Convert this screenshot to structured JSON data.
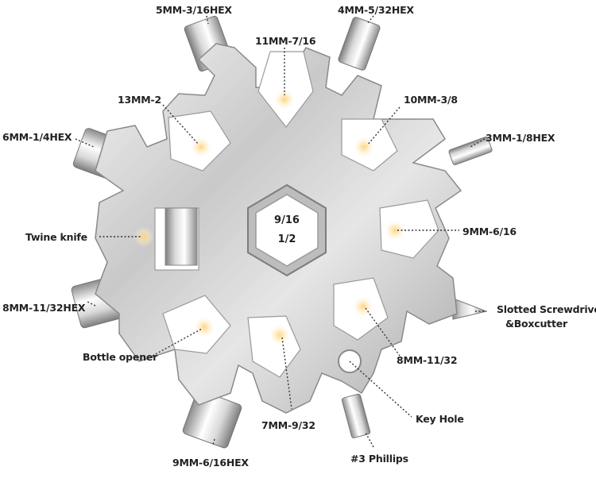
{
  "center": {
    "top_label": "9/16",
    "bottom_label": "1/2"
  },
  "labels": {
    "hex_5mm": "5MM-3/16HEX",
    "hex_4mm": "4MM-5/32HEX",
    "wrench_11mm": "11MM-7/16",
    "wrench_13mm": "13MM-2",
    "wrench_10mm": "10MM-3/8",
    "hex_6mm": "6MM-1/4HEX",
    "hex_3mm": "3MM-1/8HEX",
    "twine_knife": "Twine knife",
    "wrench_9mm": "9MM-6/16",
    "hex_8mm": "8MM-11/32HEX",
    "slotted_line1": "Slotted Screwdriver",
    "slotted_line2": "&Boxcutter",
    "bottle_opener": "Bottle opener",
    "wrench_8mm": "8MM-11/32",
    "wrench_7mm": "7MM-9/32",
    "key_hole": "Key Hole",
    "hex_9mm": "9MM-6/16HEX",
    "phillips": "#3 Phillips"
  }
}
